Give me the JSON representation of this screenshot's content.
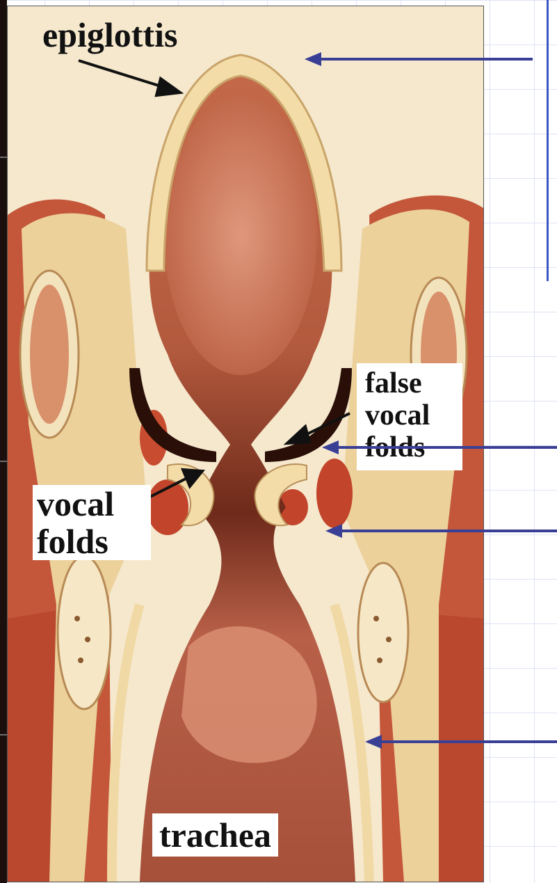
{
  "labels": {
    "epiglottis": "epiglottis",
    "false_vocal_folds_line1": "false",
    "false_vocal_folds_line2": "vocal",
    "false_vocal_folds_line3": "folds",
    "vocal_folds_line1": "vocal",
    "vocal_folds_line2": "folds",
    "trachea": "trachea"
  },
  "colors": {
    "arrow_blue": "#3a3f96",
    "frame_blue": "#3a57c4",
    "tissue_red": "#c4573a",
    "mucosa_cream": "#f1dba8",
    "airway_brown": "#b65a3e",
    "label_arrow": "#111111"
  },
  "pointer_arrows": [
    {
      "target": "epiglottis"
    },
    {
      "target": "false-vocal-folds"
    },
    {
      "target": "vocal-folds-muscle"
    },
    {
      "target": "trachea-wall"
    }
  ]
}
